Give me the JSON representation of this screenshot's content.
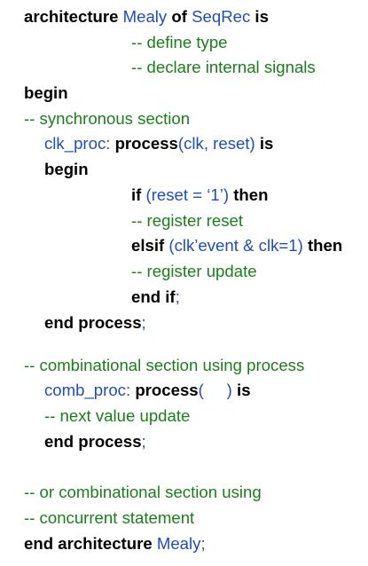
{
  "colors": {
    "keyword": "#000000",
    "identifier": "#1f4fb4",
    "comment": "#1a7f1a"
  },
  "lines": [
    {
      "segments": [
        {
          "text": "architecture ",
          "kind": "keyword"
        },
        {
          "text": "Mealy",
          "kind": "identifier"
        },
        {
          "text": " of ",
          "kind": "keyword"
        },
        {
          "text": "SeqRec",
          "kind": "identifier"
        },
        {
          "text": " is",
          "kind": "keyword"
        }
      ]
    },
    {
      "segments": [
        {
          "text": "-- define type",
          "kind": "comment"
        }
      ]
    },
    {
      "segments": [
        {
          "text": "-- declare internal signals",
          "kind": "comment"
        }
      ]
    },
    {
      "segments": [
        {
          "text": "begin",
          "kind": "keyword"
        }
      ]
    },
    {
      "segments": [
        {
          "text": "-- synchronous section",
          "kind": "comment"
        }
      ]
    },
    {
      "segments": [
        {
          "text": "clk_proc: ",
          "kind": "identifier"
        },
        {
          "text": "process",
          "kind": "keyword"
        },
        {
          "text": "(clk, reset) ",
          "kind": "identifier"
        },
        {
          "text": "is",
          "kind": "keyword"
        }
      ]
    },
    {
      "segments": [
        {
          "text": "begin",
          "kind": "keyword"
        }
      ]
    },
    {
      "segments": [
        {
          "text": "if ",
          "kind": "keyword"
        },
        {
          "text": "(reset = ‘1’) ",
          "kind": "identifier"
        },
        {
          "text": "then",
          "kind": "keyword"
        }
      ]
    },
    {
      "segments": [
        {
          "text": "-- register reset",
          "kind": "comment"
        }
      ]
    },
    {
      "segments": [
        {
          "text": "elsif ",
          "kind": "keyword"
        },
        {
          "text": "(clk’event & clk=1) ",
          "kind": "identifier"
        },
        {
          "text": "then",
          "kind": "keyword"
        }
      ]
    },
    {
      "segments": [
        {
          "text": "-- register update",
          "kind": "comment"
        }
      ]
    },
    {
      "segments": [
        {
          "text": "end if",
          "kind": "keyword"
        },
        {
          "text": ";",
          "kind": "identifier"
        }
      ]
    },
    {
      "segments": [
        {
          "text": "end process",
          "kind": "keyword"
        },
        {
          "text": ";",
          "kind": "identifier"
        }
      ]
    },
    {
      "segments": [
        {
          "text": "-- combinational section using process",
          "kind": "comment"
        }
      ]
    },
    {
      "segments": [
        {
          "text": "comb_proc: ",
          "kind": "identifier"
        },
        {
          "text": "process",
          "kind": "keyword"
        },
        {
          "text": "(     ) ",
          "kind": "identifier"
        },
        {
          "text": "is",
          "kind": "keyword"
        }
      ]
    },
    {
      "segments": [
        {
          "text": "-- next value update",
          "kind": "comment"
        }
      ]
    },
    {
      "segments": [
        {
          "text": "end process",
          "kind": "keyword"
        },
        {
          "text": ";",
          "kind": "identifier"
        }
      ]
    },
    {
      "segments": [
        {
          "text": "-- or combinational section using",
          "kind": "comment"
        }
      ]
    },
    {
      "segments": [
        {
          "text": "-- concurrent statement",
          "kind": "comment"
        }
      ]
    },
    {
      "segments": [
        {
          "text": "end architecture ",
          "kind": "keyword"
        },
        {
          "text": "Mealy",
          "kind": "identifier"
        },
        {
          "text": ";",
          "kind": "identifier"
        }
      ]
    }
  ]
}
